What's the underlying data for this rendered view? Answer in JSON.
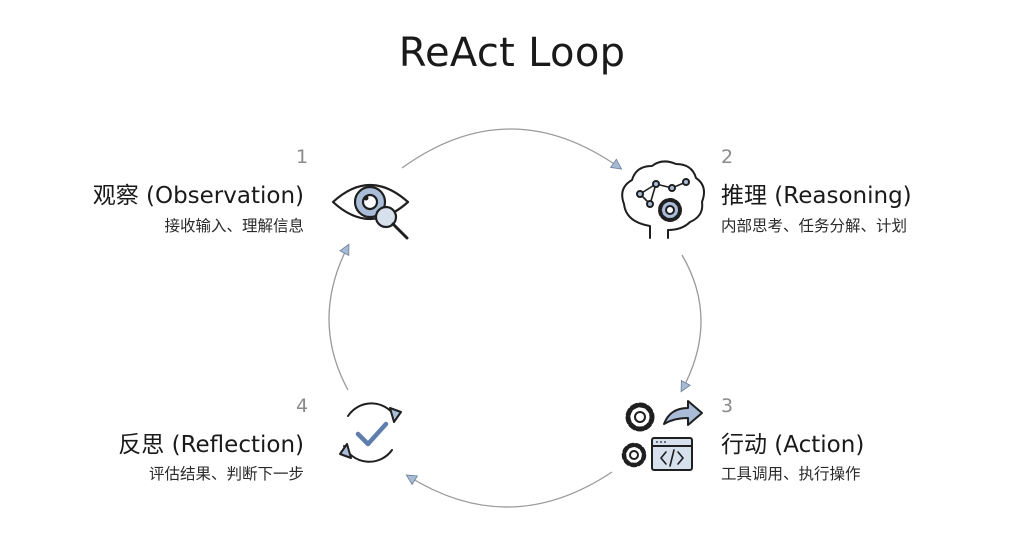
{
  "title": "ReAct Loop",
  "steps": [
    {
      "number": "1",
      "label": "观察 (Observation)",
      "desc": "接收输入、理解信息",
      "icon": "eye-magnifier-icon"
    },
    {
      "number": "2",
      "label": "推理 (Reasoning)",
      "desc": "内部思考、任务分解、计划",
      "icon": "brain-gear-icon"
    },
    {
      "number": "3",
      "label": "行动 (Action)",
      "desc": "工具调用、执行操作",
      "icon": "gears-code-window-icon"
    },
    {
      "number": "4",
      "label": "反思 (Reflection)",
      "desc": "评估结果、判断下一步",
      "icon": "cycle-check-icon"
    }
  ],
  "colors": {
    "accent": "#a9bdd8",
    "icon_stroke": "#1f1f1f",
    "arrow_line": "#9a9a9a",
    "arrow_head": "#a7bad4"
  }
}
